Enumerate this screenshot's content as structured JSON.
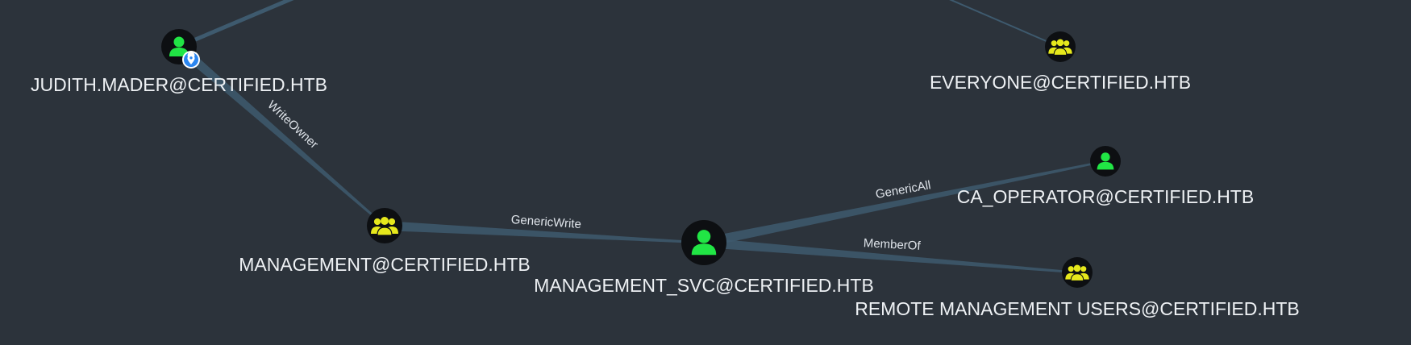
{
  "graph": {
    "colors": {
      "background": "#2c333b",
      "edge": "#3e5a6e",
      "user_icon": "#21e545",
      "group_icon": "#e6e81c",
      "node_fill": "#0d0f12",
      "owned_badge": "#2b86f0",
      "label": "#eef1f4"
    },
    "nodes": [
      {
        "id": "judith",
        "label": "JUDITH.MADER@CERTIFIED.HTB",
        "type": "user",
        "icon": "user-icon",
        "badge": "location-pin-icon"
      },
      {
        "id": "everyone",
        "label": "EVERYONE@CERTIFIED.HTB",
        "type": "group",
        "icon": "group-icon"
      },
      {
        "id": "ca_operator",
        "label": "CA_OPERATOR@CERTIFIED.HTB",
        "type": "user",
        "icon": "user-icon"
      },
      {
        "id": "management",
        "label": "MANAGEMENT@CERTIFIED.HTB",
        "type": "group",
        "icon": "group-icon"
      },
      {
        "id": "management_svc",
        "label": "MANAGEMENT_SVC@CERTIFIED.HTB",
        "type": "user",
        "icon": "user-icon"
      },
      {
        "id": "remote_mgmt",
        "label": "REMOTE MANAGEMENT USERS@CERTIFIED.HTB",
        "type": "group",
        "icon": "group-icon"
      }
    ],
    "edges": [
      {
        "id": "e1",
        "from": "judith",
        "to": "management",
        "label": "WriteOwner"
      },
      {
        "id": "e2",
        "from": "management",
        "to": "management_svc",
        "label": "GenericWrite"
      },
      {
        "id": "e3",
        "from": "management_svc",
        "to": "ca_operator",
        "label": "GenericAll"
      },
      {
        "id": "e4",
        "from": "management_svc",
        "to": "remote_mgmt",
        "label": "MemberOf"
      }
    ]
  }
}
